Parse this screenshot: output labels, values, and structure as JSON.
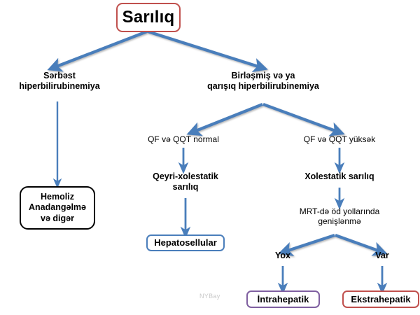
{
  "diagram": {
    "title": "Sarılıq",
    "watermark": "NYBay",
    "colors": {
      "arrow": "#4a7ebb",
      "title_border": "#c0504d",
      "hemoliz_border": "#000000",
      "hepatosellular_border": "#4a7ebb",
      "intrahepatik_border": "#7f5fa0",
      "ekstrahepatik_border": "#c0504d",
      "text": "#000000",
      "watermark": "#c9c9c9",
      "background": "#ffffff"
    },
    "nodes": {
      "root": {
        "label": "Sarılıq",
        "shape": "rounded-box",
        "border": "red"
      },
      "free_hyperbilirubinemia": {
        "line1": "Sərbəst",
        "line2": "hiperbilirubinemiya",
        "shape": "text"
      },
      "conjugated_hyperbilirubinemia": {
        "line1": "Birləşmiş və ya",
        "line2": "qarışıq hiperbilirubinemiya",
        "shape": "text"
      },
      "hemoliz": {
        "line1": "Hemoliz",
        "line2": "Anadangəlmə",
        "line3": "və digər",
        "shape": "rounded-box",
        "border": "black"
      },
      "alp_ggt_normal": {
        "label": "QF və QQT normal",
        "shape": "text"
      },
      "alp_ggt_high": {
        "label": "QF və QQT yüksək",
        "shape": "text"
      },
      "non_cholestatic": {
        "line1": "Qeyri-xolestatik",
        "line2": "sarılıq",
        "shape": "text"
      },
      "cholestatic": {
        "label": "Xolestatik sarılıq",
        "shape": "text"
      },
      "mrt": {
        "line1": "MRT-də öd yollarında",
        "line2": "genişlənmə",
        "shape": "text"
      },
      "yox": {
        "label": "Yox",
        "shape": "text"
      },
      "var": {
        "label": "Var",
        "shape": "text"
      },
      "hepatosellular": {
        "label": "Hepatosellular",
        "shape": "rounded-box",
        "border": "blue"
      },
      "intrahepatik": {
        "label": "İntrahepatik",
        "shape": "rounded-box",
        "border": "purple"
      },
      "ekstrahepatik": {
        "label": "Ekstrahepatik",
        "shape": "rounded-box",
        "border": "red"
      }
    },
    "edges": [
      {
        "from": "root",
        "to": "free_hyperbilirubinemia",
        "style": "diagonal-arrow"
      },
      {
        "from": "root",
        "to": "conjugated_hyperbilirubinemia",
        "style": "diagonal-arrow"
      },
      {
        "from": "free_hyperbilirubinemia",
        "to": "hemoliz",
        "style": "vertical-arrow"
      },
      {
        "from": "conjugated_hyperbilirubinemia",
        "to": "alp_ggt_normal",
        "style": "diagonal-arrow"
      },
      {
        "from": "conjugated_hyperbilirubinemia",
        "to": "alp_ggt_high",
        "style": "diagonal-arrow"
      },
      {
        "from": "alp_ggt_normal",
        "to": "non_cholestatic",
        "style": "vertical-arrow"
      },
      {
        "from": "alp_ggt_high",
        "to": "cholestatic",
        "style": "vertical-arrow"
      },
      {
        "from": "non_cholestatic",
        "to": "hepatosellular",
        "style": "vertical-arrow"
      },
      {
        "from": "cholestatic",
        "to": "mrt",
        "style": "vertical-arrow"
      },
      {
        "from": "mrt",
        "to": "yox",
        "style": "diagonal-arrow"
      },
      {
        "from": "mrt",
        "to": "var",
        "style": "diagonal-arrow"
      },
      {
        "from": "yox",
        "to": "intrahepatik",
        "style": "vertical-arrow"
      },
      {
        "from": "var",
        "to": "ekstrahepatik",
        "style": "vertical-arrow"
      }
    ]
  }
}
